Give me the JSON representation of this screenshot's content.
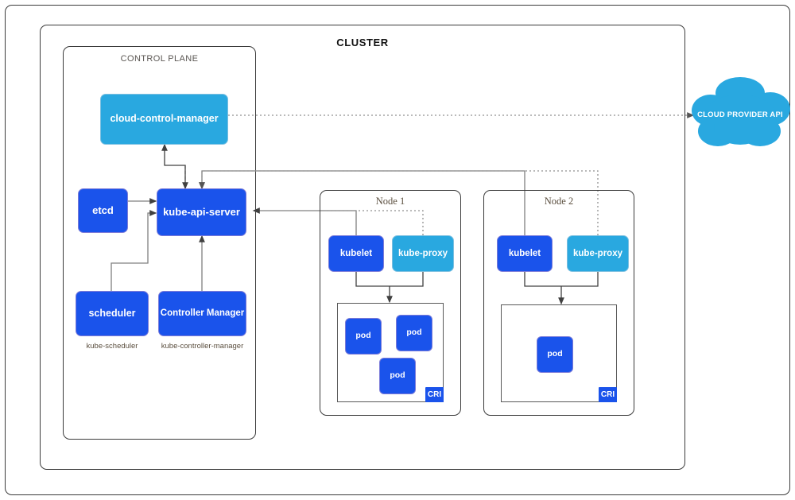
{
  "diagram": {
    "title": "CLUSTER",
    "control_plane_title": "CONTROL PLANE",
    "colors": {
      "primary_blue": "#1a53eb",
      "accent_blue": "#29a8e0",
      "frame_stroke": "#3b3b3b",
      "wire": "#808080",
      "label_brown": "#5b4f3f"
    }
  },
  "control_plane": {
    "label": "CONTROL PLANE",
    "components": [
      {
        "id": "cloud-control-manager",
        "label": "cloud-control-manager",
        "style": "accent",
        "sublabel": ""
      },
      {
        "id": "etcd",
        "label": "etcd",
        "style": "primary",
        "sublabel": ""
      },
      {
        "id": "kube-api-server",
        "label": "kube-api-server",
        "style": "primary",
        "sublabel": ""
      },
      {
        "id": "scheduler",
        "label": "scheduler",
        "style": "primary",
        "sublabel": "kube-scheduler"
      },
      {
        "id": "controller-manager",
        "label": "Controller Manager",
        "style": "primary",
        "sublabel": "kube-controller-manager"
      }
    ]
  },
  "nodes": [
    {
      "id": "node-1",
      "label": "Node 1",
      "kubelet_label": "kubelet",
      "kube_proxy_label": "kube-proxy",
      "cri_label": "CRI",
      "pods": [
        {
          "label": "pod"
        },
        {
          "label": "pod"
        },
        {
          "label": "pod"
        }
      ]
    },
    {
      "id": "node-2",
      "label": "Node 2",
      "kubelet_label": "kubelet",
      "kube_proxy_label": "kube-proxy",
      "cri_label": "CRI",
      "pods": [
        {
          "label": "pod"
        }
      ]
    }
  ],
  "cloud": {
    "label": "CLOUD PROVIDER API",
    "color": "#29a8e0"
  }
}
